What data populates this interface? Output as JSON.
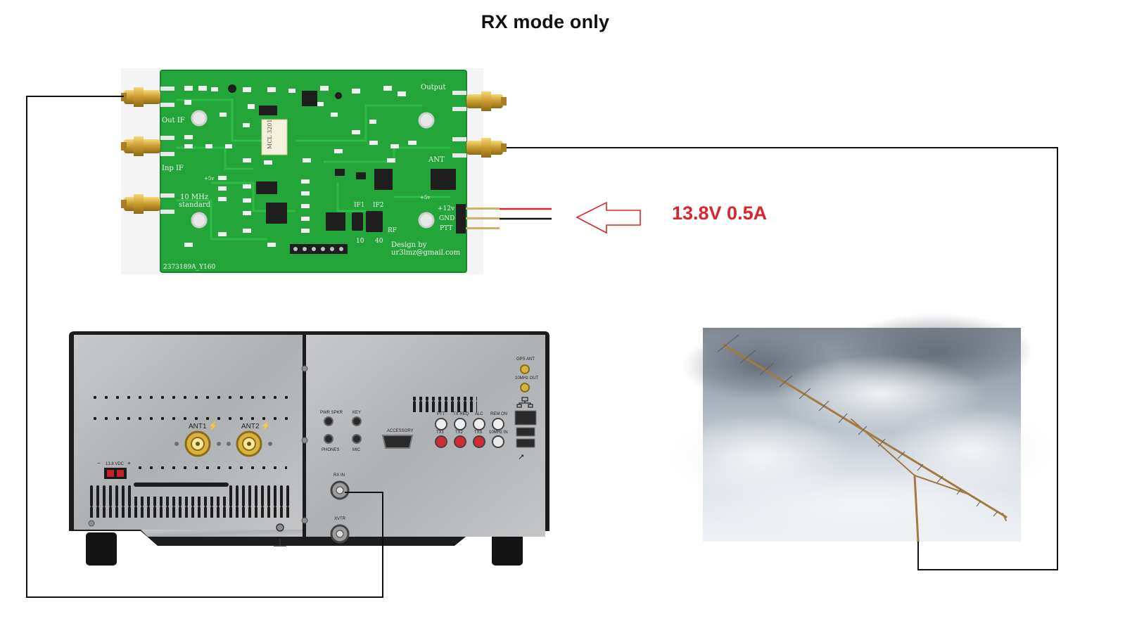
{
  "title": "RX mode only",
  "power": {
    "label": "13.8V 0.5A",
    "color": "#d9262c"
  },
  "pcb": {
    "color": "#23a53a",
    "labels": {
      "out_if": "Out IF",
      "inp_if": "Inp IF",
      "ref_line1": "10 MHz",
      "ref_line2": "standard",
      "output": "Output",
      "ant": "ANT",
      "pin_12v": "+12v",
      "pin_gnd": "GND",
      "pin_ptt": "PTT",
      "if1": "IF1",
      "if2": "IF2",
      "rf": "RF",
      "sel_10": "10",
      "sel_40": "40",
      "design_line1": "Design by",
      "design_line2": "ur3lmz@gmail.com",
      "board_id": "2373189A_Y160",
      "plus5v_a": "+5v",
      "plus5v_b": "+5v",
      "mixer_text": "MCL 3201"
    }
  },
  "transceiver": {
    "labels": {
      "ant1": "ANT1",
      "ant2": "ANT2",
      "dc": "13.8 VDC",
      "rx_in": "RX IN",
      "xvtr": "XVTR",
      "pwr_spkr": "PWR SPKR",
      "key": "KEY",
      "phones": "PHONES",
      "mic": "MIC",
      "accessory": "ACCESSORY",
      "gps_ant": "GPS ANT",
      "out_10mhz": "10MHz OUT",
      "ptt": "PTT",
      "tx_req": "TX REQ",
      "alc": "ALC",
      "rem_on": "REM ON",
      "tx1": "TX1",
      "tx2": "TX2",
      "tx3": "TX3",
      "in_10mhz": "10MHz IN"
    }
  },
  "antenna": {
    "sky_color": "#b9c3cc"
  }
}
